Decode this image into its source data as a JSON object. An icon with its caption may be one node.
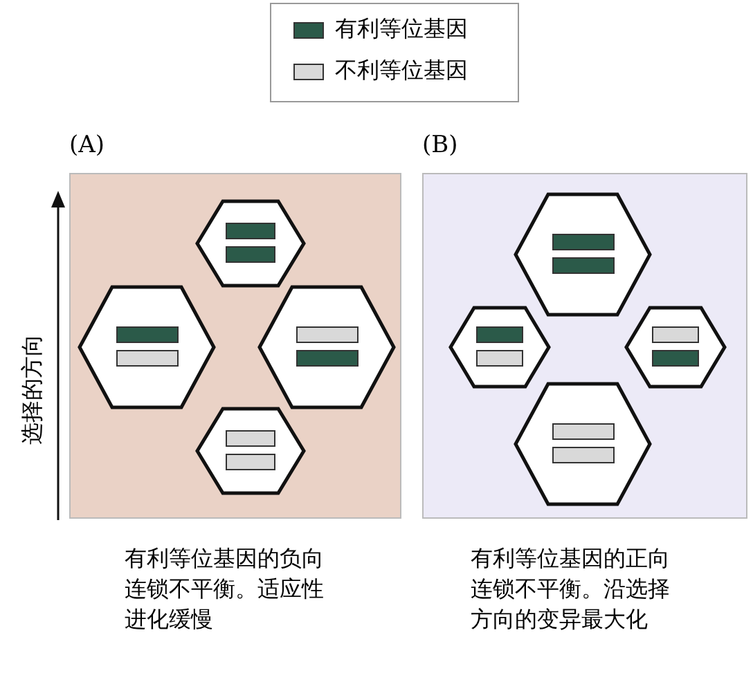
{
  "diagram": {
    "nodes": [
      {
        "text": [
          "(A)"
        ],
        "beside": [
          "有利等位基因的负向连锁不平衡。适应性进化缓慢"
        ]
      },
      {
        "text": [],
        "shape": "hexagon",
        "in": 0
      },
      {
        "text": [],
        "shape": "hexagon",
        "in": 0
      },
      {
        "text": [],
        "shape": "hexagon",
        "in": 0
      },
      {
        "text": [],
        "shape": "hexagon",
        "in": 0
      },
      {
        "text": [
          "(B)"
        ],
        "beside": [
          "有利等位基因的正向连锁不平衡。沿选择方向的变异最大化"
        ]
      },
      {
        "text": [],
        "shape": "hexagon",
        "in": 5
      },
      {
        "text": [],
        "shape": "hexagon",
        "in": 5
      },
      {
        "text": [],
        "shape": "hexagon",
        "in": 5
      },
      {
        "text": [],
        "shape": "hexagon",
        "in": 5
      }
    ],
    "labels": [
      "选择的方向"
    ],
    "legend": [
      {
        "text": "有利等位基因",
        "color": "#2b5a49"
      },
      {
        "text": "不利等位基因",
        "color": "#d9d9d9"
      }
    ]
  }
}
